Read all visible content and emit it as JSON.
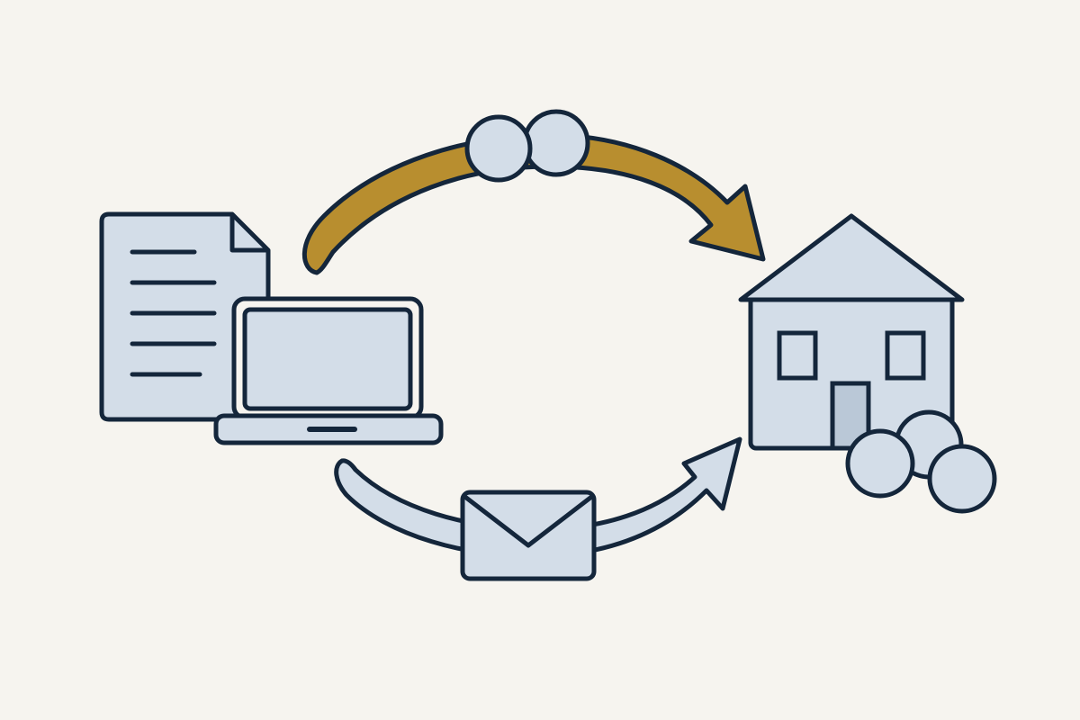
{
  "diagram": {
    "colors": {
      "background": "#f6f4ef",
      "outline": "#14263b",
      "fill": "#d3dde8",
      "accent_arrow": "#b88e2f"
    },
    "nodes": [
      {
        "id": "document",
        "icon": "document-icon"
      },
      {
        "id": "laptop",
        "icon": "laptop-icon"
      },
      {
        "id": "house",
        "icon": "house-icon"
      },
      {
        "id": "coins-top",
        "icon": "coins-icon"
      },
      {
        "id": "coins-house",
        "icon": "coins-icon"
      },
      {
        "id": "envelope",
        "icon": "envelope-icon"
      }
    ],
    "edges": [
      {
        "from": "laptop",
        "to": "house",
        "style": "accent",
        "via": "coins-top"
      },
      {
        "from": "laptop",
        "to": "house",
        "style": "light",
        "via": "envelope"
      }
    ]
  }
}
